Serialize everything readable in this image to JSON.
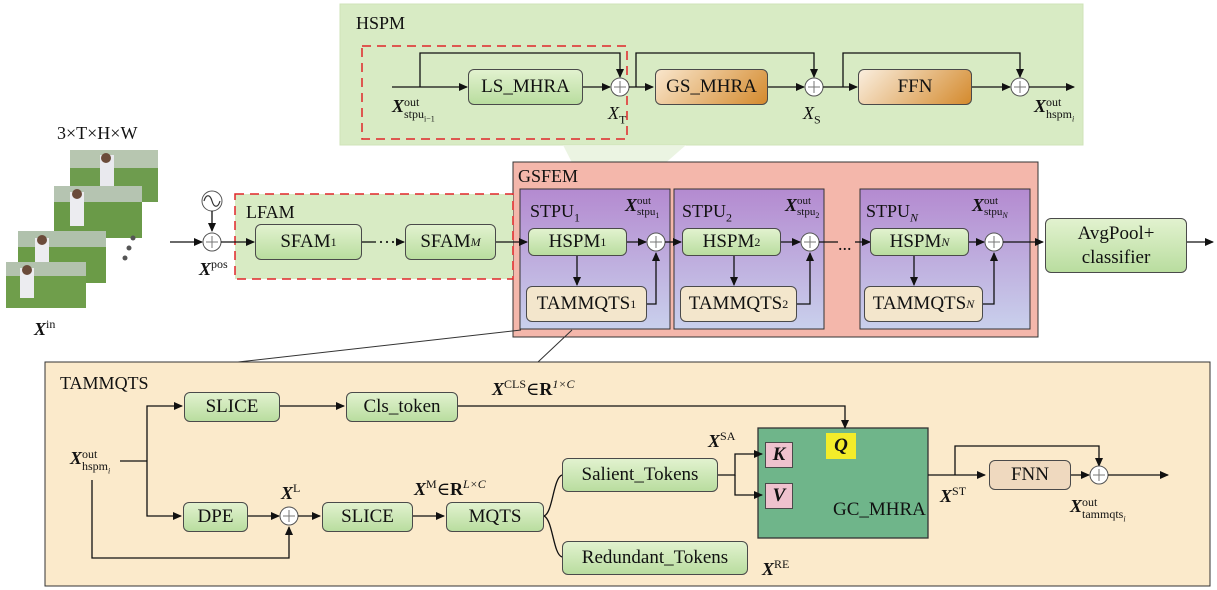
{
  "input": {
    "dims": "3×T×H×W",
    "var": "X",
    "var_sup": "in"
  },
  "pos": {
    "var": "X",
    "sup": "pos"
  },
  "hspm": {
    "title": "HSPM",
    "ls": "LS_MHRA",
    "gs": "GS_MHRA",
    "ffn": "FFN",
    "in_var": "X",
    "in_sup": "out",
    "in_sub": "stpu",
    "in_subsub": "i−1",
    "xt": "X",
    "xt_sub": "T",
    "xs": "X",
    "xs_sub": "S",
    "out_var": "X",
    "out_sup": "out",
    "out_sub": "hspm",
    "out_subsub": "i"
  },
  "lfam": {
    "title": "LFAM",
    "sfam1": "SFAM",
    "sfam1_sub": "1",
    "ellipsis": "···",
    "sfamm": "SFAM",
    "sfamm_sub": "M"
  },
  "gsfem": {
    "title": "GSFEM",
    "units": [
      {
        "title": "STPU",
        "sub": "1",
        "hspm": "HSPM",
        "hspm_sub": "1",
        "tam": "TAMMQTS",
        "tam_sub": "1",
        "xout": "X",
        "xsup": "out",
        "xsub": "stpu",
        "xsubsub": "1"
      },
      {
        "title": "STPU",
        "sub": "2",
        "hspm": "HSPM",
        "hspm_sub": "2",
        "tam": "TAMMQTS",
        "tam_sub": "2",
        "xout": "X",
        "xsup": "out",
        "xsub": "stpu",
        "xsubsub": "2"
      },
      {
        "title": "STPU",
        "sub": "N",
        "hspm": "HSPM",
        "hspm_sub": "N",
        "tam": "TAMMQTS",
        "tam_sub": "N",
        "xout": "X",
        "xsup": "out",
        "xsub": "stpu",
        "xsubsub": "N"
      }
    ],
    "ellipsis": "..."
  },
  "classifier": {
    "line1": "AvgPool+",
    "line2": "classifier"
  },
  "tammqts": {
    "title": "TAMMQTS",
    "slice_top": "SLICE",
    "cls_token": "Cls_token",
    "xcls": "X",
    "xcls_sup": "CLS",
    "in_sym": "∈",
    "R": "R",
    "cls_dim": "1×C",
    "in_var": "X",
    "in_sup": "out",
    "in_sub": "hspm",
    "in_subsub": "i",
    "dpe": "DPE",
    "xl": "X",
    "xl_sup": "L",
    "slice_bot": "SLICE",
    "xm": "X",
    "xm_sup": "M",
    "m_dim": "L×C",
    "mqts": "MQTS",
    "salient": "Salient_Tokens",
    "redundant": "Redundant_Tokens",
    "xsa": "X",
    "xsa_sup": "SA",
    "xre": "X",
    "xre_sup": "RE",
    "k": "K",
    "v": "V",
    "q": "Q",
    "gc": "GC_MHRA",
    "xst": "X",
    "xst_sup": "ST",
    "fnn": "FNN",
    "out_var": "X",
    "out_sup": "out",
    "out_sub": "tammqts",
    "out_subsub": "i"
  },
  "colors": {
    "hspm_panel": "#d8ebc4",
    "gsfem_panel": "#f3b3a9",
    "stpu_top": "#b98fcf",
    "stpu_bottom": "#c8cce8",
    "tammqts_panel": "#fbeac9",
    "dash_red": "#e0262a",
    "orange_box": "#dd9a45",
    "gc_box": "#6fb58a",
    "q_yellow": "#f3ec2a",
    "kv_pink": "#efc2ce"
  }
}
